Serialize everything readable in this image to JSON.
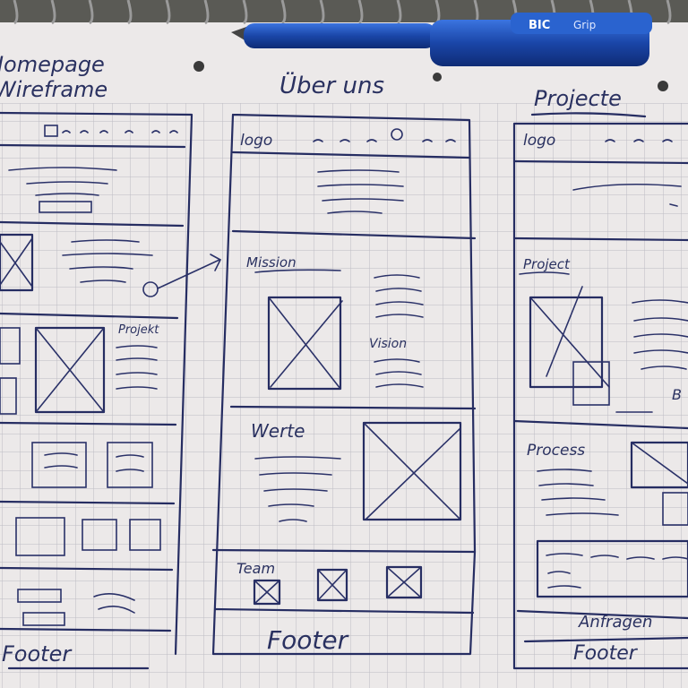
{
  "headings": {
    "homepage": "Homepage",
    "wireframe": "Wireframe",
    "about": "Über uns",
    "projects": "Projecte"
  },
  "homepage": {
    "project_label": "Projekt",
    "footer": "Footer"
  },
  "about": {
    "logo": "logo",
    "mission": "Mission",
    "vision": "Vision",
    "values": "Werte",
    "team": "Team",
    "footer": "Footer"
  },
  "projects": {
    "logo": "logo",
    "project": "Project",
    "process": "Process",
    "inquiries": "Anfragen",
    "footer": "Footer"
  },
  "pen": {
    "brand": "BIC",
    "model": "Grip"
  },
  "colors": {
    "ink": "#262d62",
    "paper": "#ece9e9",
    "grid": "#b9b8c0",
    "pen": "#1d4fb5"
  }
}
